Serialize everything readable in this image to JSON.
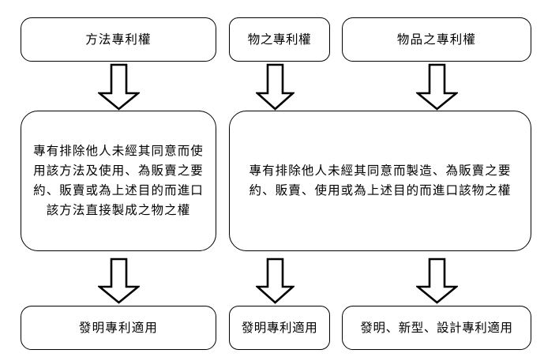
{
  "diagram": {
    "type": "flowchart",
    "title": "",
    "background_color": "#ffffff",
    "line_color": "#000000",
    "text_color": "#000000",
    "columns": [
      {
        "id": "method",
        "top_label": "方法專利權",
        "scope_label": "專有排除他人未經其同意而使用該方法及使用、為販賣之要約、販賣或為上述目的而進口該方法直接製成之物之權",
        "bottom_label": "發明專利適用"
      },
      {
        "id": "thing",
        "top_label": "物之專利權",
        "bottom_label": "發明專利適用"
      },
      {
        "id": "article",
        "top_label": "物品之專利權",
        "bottom_label": "發明、新型、設計專利適用"
      }
    ],
    "shared_scope": {
      "id": "thing-article-scope",
      "label": "專有排除他人未經其同意而製造、為販賣之要約、販賣、使用或為上述目的而進口該物之權"
    },
    "arrows": [
      {
        "id": "arrow-top-1",
        "direction": "down",
        "from": "方法專利權",
        "to": "方法之專有權內容"
      },
      {
        "id": "arrow-top-2",
        "direction": "down",
        "from": "物之專利權",
        "to": "物之專有權內容"
      },
      {
        "id": "arrow-top-3",
        "direction": "down",
        "from": "物品之專利權",
        "to": "物之專有權內容"
      },
      {
        "id": "arrow-bot-1",
        "direction": "down",
        "from": "方法之專有權內容",
        "to": "發明專利適用"
      },
      {
        "id": "arrow-bot-2",
        "direction": "down",
        "from": "物之專有權內容",
        "to": "發明專利適用"
      },
      {
        "id": "arrow-bot-3",
        "direction": "down",
        "from": "物之專有權內容",
        "to": "發明、新型、設計專利適用"
      }
    ]
  }
}
